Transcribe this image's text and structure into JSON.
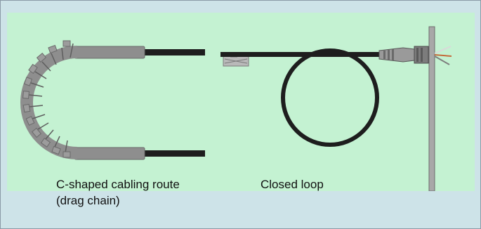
{
  "figure": {
    "caption_left": {
      "line1": "C-shaped cabling route",
      "line2": "(drag chain)"
    },
    "caption_right": "Closed loop"
  },
  "colors": {
    "panel_background": "#c4f2d2",
    "footer_band": "#cde3e8",
    "cable": "#1e1e1e",
    "chain_link": "#8e8e8e",
    "connector": "#9a9a9a"
  }
}
